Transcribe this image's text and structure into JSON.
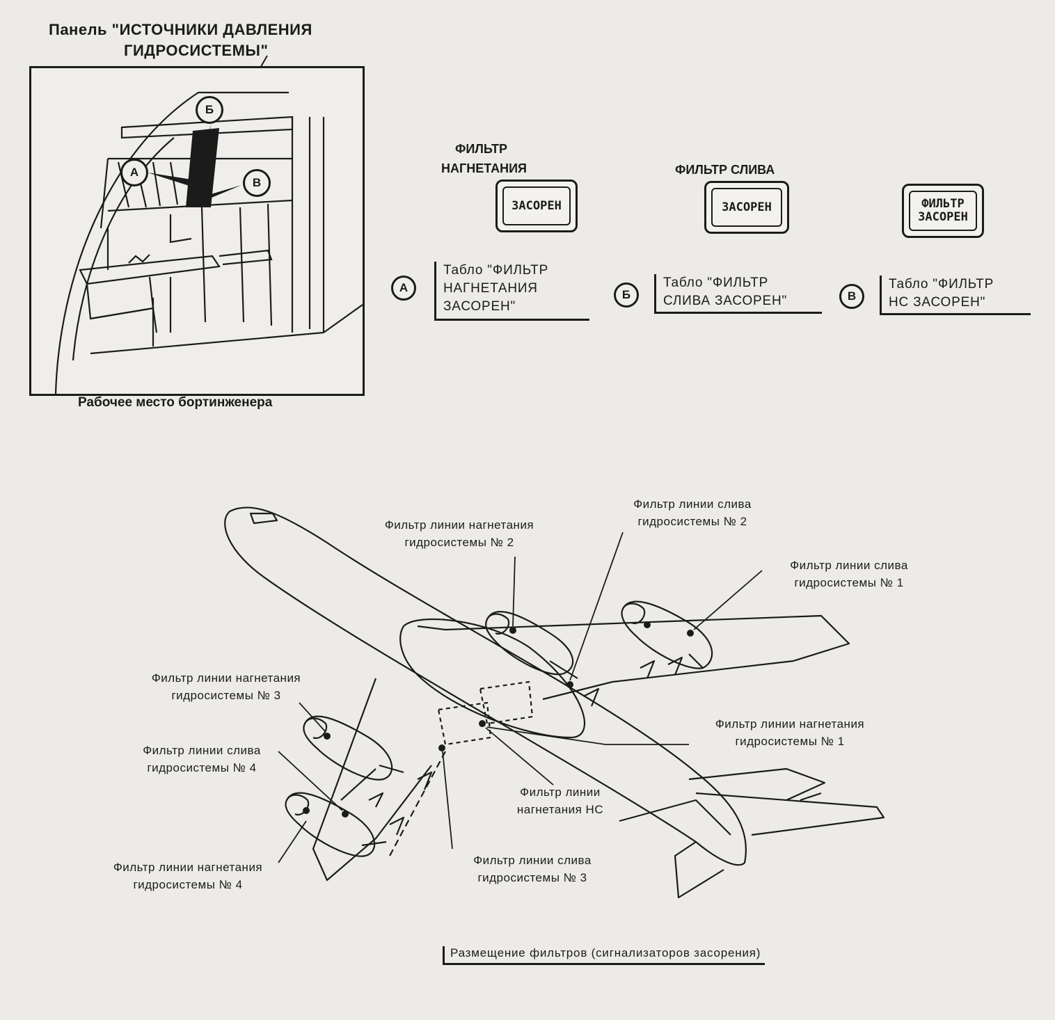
{
  "panel_title": {
    "line1": "Панель \"ИСТОЧНИКИ ДАВЛЕНИЯ",
    "line2": "ГИДРОСИСТЕМЫ\""
  },
  "cockpit_markers": {
    "a": "А",
    "b": "Б",
    "v": "В"
  },
  "cockpit_caption": "Рабочее место бортинженера",
  "annunciators": [
    {
      "header_l1": "ФИЛЬТР",
      "header_l2": "НАГНЕТАНИЯ",
      "lamp_l1": "ЗАСОРЕН",
      "lamp_l2": ""
    },
    {
      "header_l1": "ФИЛЬТР СЛИВА",
      "header_l2": "",
      "lamp_l1": "ЗАСОРЕН",
      "lamp_l2": ""
    },
    {
      "header_l1": "",
      "header_l2": "",
      "lamp_l1": "ФИЛЬТР",
      "lamp_l2": "ЗАСОРЕН"
    }
  ],
  "legend": [
    {
      "mark": "А",
      "l1": "Табло \"ФИЛЬТР",
      "l2": "НАГНЕТАНИЯ",
      "l3": "ЗАСОРЕН\""
    },
    {
      "mark": "Б",
      "l1": "Табло \"ФИЛЬТР",
      "l2": "СЛИВА ЗАСОРЕН\"",
      "l3": ""
    },
    {
      "mark": "В",
      "l1": "Табло \"ФИЛЬТР",
      "l2": "НС ЗАСОРЕН\"",
      "l3": ""
    }
  ],
  "filter_labels": {
    "press_2": {
      "l1": "Фильтр линии нагнетания",
      "l2": "гидросистемы № 2"
    },
    "drain_2": {
      "l1": "Фильтр линии слива",
      "l2": "гидросистемы № 2"
    },
    "drain_1": {
      "l1": "Фильтр линии слива",
      "l2": "гидросистемы № 1"
    },
    "press_3": {
      "l1": "Фильтр линии нагнетания",
      "l2": "гидросистемы № 3"
    },
    "drain_4": {
      "l1": "Фильтр линии слива",
      "l2": "гидросистемы № 4"
    },
    "press_1": {
      "l1": "Фильтр линии нагнетания",
      "l2": "гидросистемы № 1"
    },
    "press_ns": {
      "l1": "Фильтр линии",
      "l2": "нагнетания НС"
    },
    "press_4": {
      "l1": "Фильтр линии нагнетания",
      "l2": "гидросистемы № 4"
    },
    "drain_3": {
      "l1": "Фильтр линии слива",
      "l2": "гидросистемы № 3"
    }
  },
  "figure_caption": "Размещение фильтров (сигнализаторов засорения)"
}
